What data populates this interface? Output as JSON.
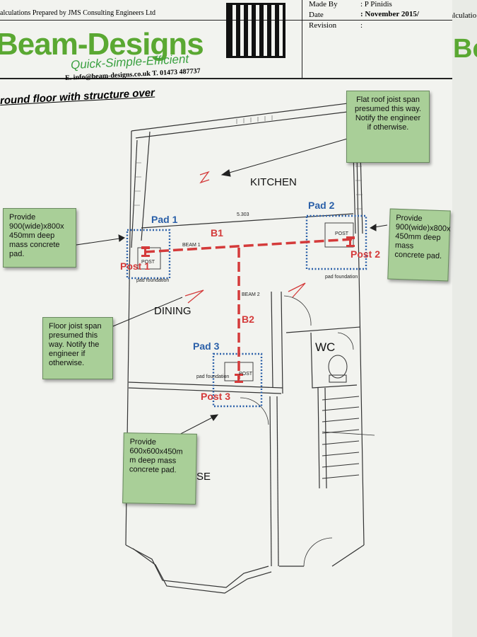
{
  "header": {
    "prepared_by": "alculations Prepared by JMS Consulting Engineers Ltd",
    "made_by_label": "Made By",
    "made_by_value": ": P Pinidis",
    "date_label": "Date",
    "date_value": ": November 2015/",
    "revision_label": "Revision",
    "revision_value": ":",
    "right_sheet_label": "Calculatio",
    "right_sheet_logo": "Be"
  },
  "brand": {
    "name": "Beam-Designs",
    "tagline": "Quick-Simple-Efficient",
    "contact": "E. info@beam-designs.co.uk   T. 01473 487737",
    "color_green": "#5aa832",
    "color_tagline": "#3aa040"
  },
  "drawing": {
    "title": "round floor with structure over",
    "rooms": {
      "kitchen": "KITCHEN",
      "dining": "DINING",
      "wc": "WC",
      "lounge_fragment": "SE"
    },
    "pads": [
      "Pad 1",
      "Pad 2",
      "Pad 3"
    ],
    "posts": [
      "Post 1",
      "Post 2",
      "Post 3"
    ],
    "beams": [
      "B1",
      "B2"
    ],
    "small_labels": {
      "beam1": "BEAM 1",
      "beam2": "BEAM 2",
      "dim": "5.303",
      "post": "POST",
      "pad_foundation": "pad foundation"
    },
    "colors": {
      "pad_blue": "#2a5fa8",
      "beam_red": "#d43a3a",
      "note_green": "#a9cf98"
    }
  },
  "notes": {
    "flat_roof": "Flat roof joist span presumed this way. Notify the engineer if otherwise.",
    "pad1": "Provide 900(wide)x800x 450mm deep mass concrete pad.",
    "pad2": "Provide 900(wide)x800x 450mm deep mass concrete pad.",
    "floor_joist": "Floor joist span presumed this way. Notify the engineer if otherwise.",
    "pad3": "Provide 600x600x450m m deep mass concrete pad."
  }
}
